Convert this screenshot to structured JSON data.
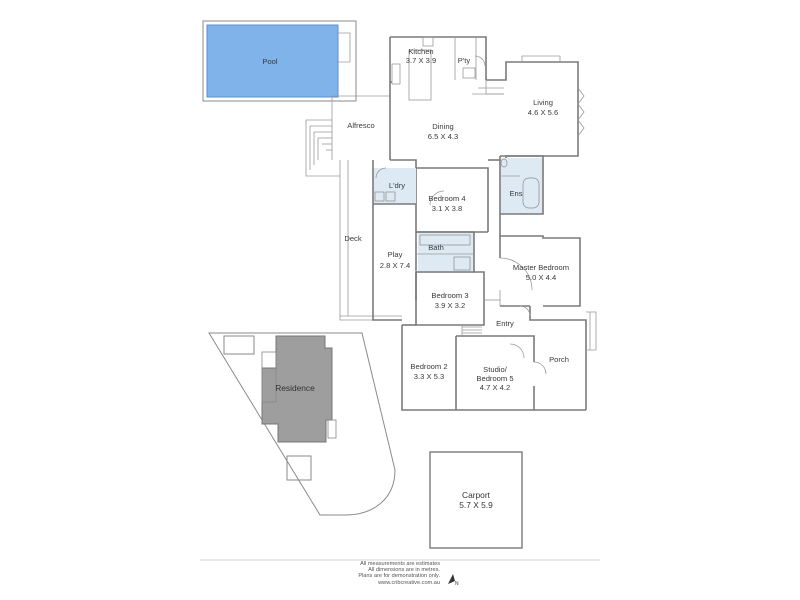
{
  "rooms": {
    "pool": {
      "name": "Pool"
    },
    "kitchen": {
      "name": "Kitchen",
      "dims": "3.7 X 3.9"
    },
    "pantry": {
      "name": "P'ty"
    },
    "living": {
      "name": "Living",
      "dims": "4.6 X 5.6"
    },
    "alfresco": {
      "name": "Alfresco"
    },
    "dining": {
      "name": "Dining",
      "dims": "6.5 X 4.3"
    },
    "laundry": {
      "name": "L'dry"
    },
    "ensuite": {
      "name": "Ens"
    },
    "bedroom4": {
      "name": "Bedroom 4",
      "dims": "3.1 X 3.8"
    },
    "deck": {
      "name": "Deck"
    },
    "bath": {
      "name": "Bath"
    },
    "play": {
      "name": "Play",
      "dims": "2.8 X 7.4"
    },
    "master": {
      "name": "Master Bedroom",
      "dims": "5.0 X 4.4"
    },
    "bedroom3": {
      "name": "Bedroom 3",
      "dims": "3.9 X 3.2"
    },
    "entry": {
      "name": "Entry"
    },
    "bedroom2": {
      "name": "Bedroom 2",
      "dims": "3.3 X 5.3"
    },
    "studio": {
      "name": "Studio/",
      "name2": "Bedroom 5",
      "dims": "4.7 X 4.2"
    },
    "porch": {
      "name": "Porch"
    },
    "carport": {
      "name": "Carport",
      "dims": "5.7 X 5.9"
    }
  },
  "site_plan": {
    "label": "Residence"
  },
  "disclaimer": {
    "line1": "All measurements are estimates",
    "line2": "All dimensions are in metres.",
    "line3": "Plans are for demonstration only.",
    "line4": "www.cribcreative.com.au"
  },
  "colors": {
    "pool_fill": "#7fb3ea",
    "wet_area": "#dde9f3",
    "residence_fill": "#9e9e9e",
    "walls": "#7a7a7a"
  },
  "icons": {
    "north": "north-arrow-icon"
  }
}
